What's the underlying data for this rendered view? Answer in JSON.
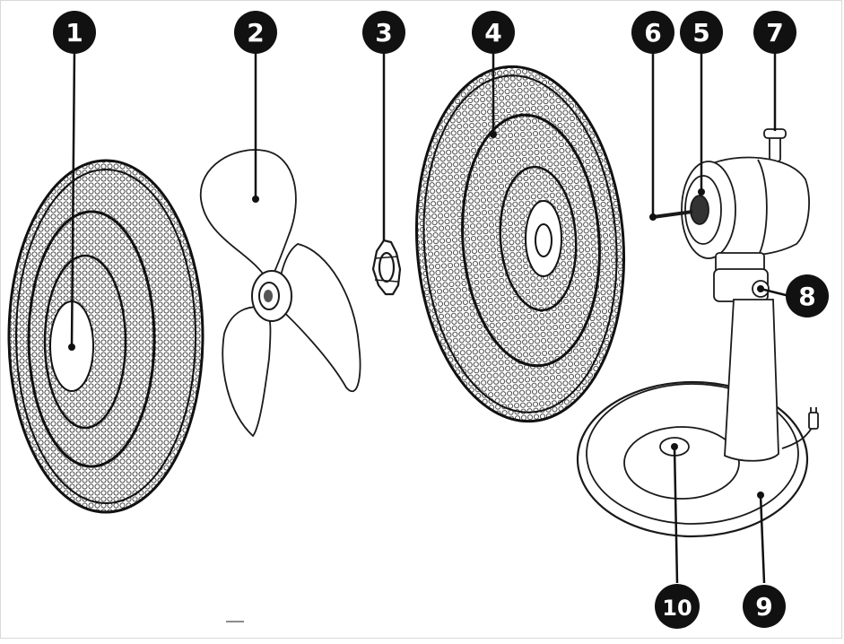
{
  "callouts": [
    {
      "id": "front-grille",
      "label": "1"
    },
    {
      "id": "fan-blade",
      "label": "2"
    },
    {
      "id": "blade-nut",
      "label": "3"
    },
    {
      "id": "rear-grille",
      "label": "4"
    },
    {
      "id": "motor-housing",
      "label": "5"
    },
    {
      "id": "motor-shaft",
      "label": "6"
    },
    {
      "id": "oscillation-knob",
      "label": "7"
    },
    {
      "id": "tilt-joint",
      "label": "8"
    },
    {
      "id": "base",
      "label": "9"
    },
    {
      "id": "base-hole",
      "label": "10"
    }
  ],
  "colors": {
    "line": "#1a1a1a",
    "badge": "#111111",
    "badge_text": "#ffffff",
    "background": "#ffffff"
  }
}
